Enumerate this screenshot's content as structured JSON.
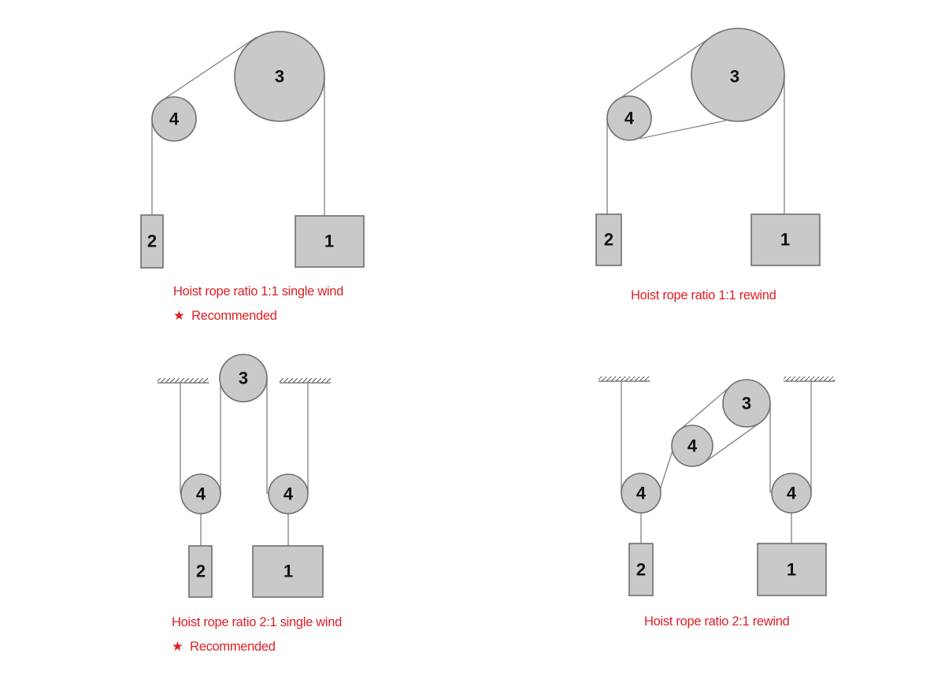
{
  "diagrams": [
    {
      "caption": "Hoist rope ratio 1:1 single wind",
      "note": "Recommended",
      "note_icon": "star-icon"
    },
    {
      "caption": "Hoist rope ratio 1:1 rewind"
    },
    {
      "caption": "Hoist rope ratio 2:1 single wind",
      "note": "Recommended",
      "note_icon": "star-icon"
    },
    {
      "caption": "Hoist rope ratio 2:1 rewind"
    }
  ],
  "labels": {
    "car": "1",
    "counterweight": "2",
    "traction_sheave": "3",
    "deflector": "4",
    "star": "★"
  },
  "colors": {
    "caption": "#e01e24",
    "part_fill": "#c9c9c9"
  }
}
